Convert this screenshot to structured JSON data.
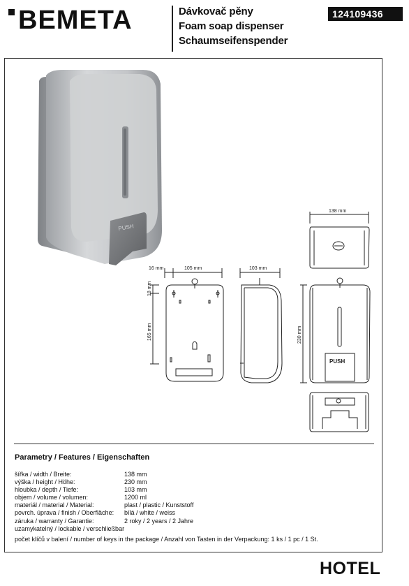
{
  "brand": {
    "name": "BEMETA"
  },
  "header": {
    "title_cs": "Dávkovač pěny",
    "title_en": "Foam soap dispenser",
    "title_de": "Schaumseifenspender",
    "product_code": "124109436"
  },
  "drawing": {
    "push_label": "PUSH",
    "dims": {
      "top_width": "138 mm",
      "side_16": "16 mm",
      "back_105": "105 mm",
      "depth_103": "103 mm",
      "h_18": "18 mm",
      "h_165": "165 mm",
      "h_230": "230 mm"
    }
  },
  "params": {
    "title": "Parametry / Features / Eigenschaften",
    "rows": [
      {
        "label": "šířka / width / Breite:",
        "value": "138 mm"
      },
      {
        "label": "výška / height / Höhe:",
        "value": "230 mm"
      },
      {
        "label": "hloubka / depth / Tiefe:",
        "value": "103 mm"
      },
      {
        "label": "objem / volume / volumen:",
        "value": "1200 ml"
      },
      {
        "label": "materiál / material / Material:",
        "value": "plast / plastic / Kunststoff"
      },
      {
        "label": "povrch. úprava / finish / Oberfläche:",
        "value": "bílá / white / weiss"
      },
      {
        "label": "záruka / warranty / Garantie:",
        "value": "2 roky / 2 years / 2 Jahre"
      },
      {
        "label": "uzamykatelný / lockable / verschließbar",
        "value": ""
      }
    ],
    "keys_line": "počet klíčů v balení / number of keys in the package / Anzahl von Tasten in der Verpackung: 1 ks / 1 pc / 1 St."
  },
  "footer": {
    "category": "HOTEL"
  }
}
